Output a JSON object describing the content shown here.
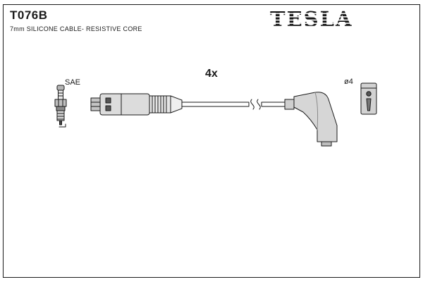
{
  "part": {
    "number": "T076B",
    "description": "7mm SILICONE CABLE- RESISTIVE CORE"
  },
  "brand": {
    "logo_text": "TESLA"
  },
  "diagram": {
    "quantity_label": "4x",
    "spark_plug_label": "SAE",
    "terminal_diameter_label": "ø4"
  },
  "colors": {
    "ink": "#1a1a1a",
    "fill_light": "#d9d9d9",
    "fill_mid": "#bfbfbf",
    "fill_dark": "#555555",
    "background": "#ffffff"
  }
}
